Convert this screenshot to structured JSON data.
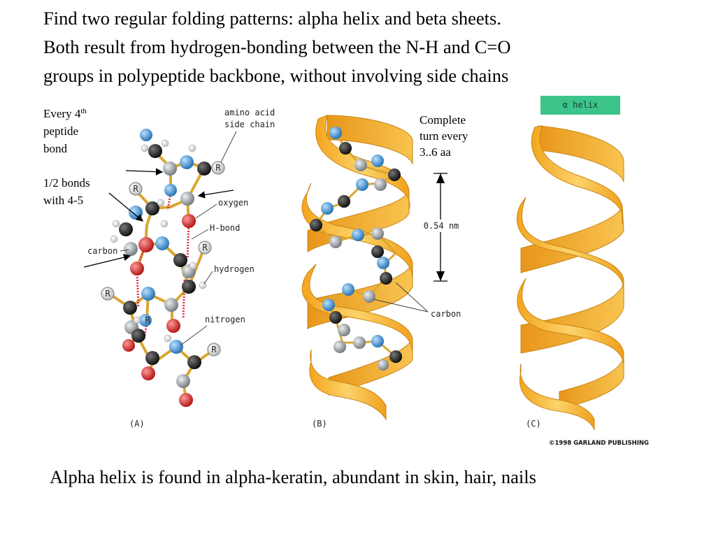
{
  "heading": {
    "line1": "Find two regular folding patterns:  alpha helix and beta sheets.",
    "line2": "Both result from hydrogen-bonding between the N-H and C=O",
    "line3": "groups in polypeptide backbone, without involving side chains"
  },
  "notes": {
    "every_prefix": "Every 4",
    "every_sup": "th",
    "every_line2": "peptide",
    "every_line3": "bond",
    "half_line1": "1/2 bonds",
    "half_line2": "with 4-5",
    "turn_line1": "Complete",
    "turn_line2": "turn every",
    "turn_line3": "3..6 aa"
  },
  "figure": {
    "labels": {
      "side_chain_1": "amino acid",
      "side_chain_2": "side chain",
      "oxygen": "oxygen",
      "hbond": "H-bond",
      "carbon_left": "carbon",
      "hydrogen": "hydrogen",
      "nitrogen": "nitrogen",
      "pitch": "0.54 nm",
      "carbon_right": "carbon",
      "r": "R"
    },
    "captions": {
      "a": "(A)",
      "b": "(B)",
      "c": "(C)"
    },
    "legend": "α helix",
    "copyright": "©1998 GARLAND PUBLISHING",
    "colors": {
      "ribbon": "#f7b733",
      "ribbon_dark": "#e09a1a",
      "carbon_atom": "#111111",
      "alpha_carbon": "#8a8f93",
      "nitrogen_atom": "#3a8fd0",
      "oxygen_atom": "#d01c1c",
      "hydrogen_atom": "#ffffff",
      "legend_bg": "#3cc48b"
    }
  },
  "footer": "Alpha helix is found in alpha-keratin, abundant in skin, hair, nails"
}
